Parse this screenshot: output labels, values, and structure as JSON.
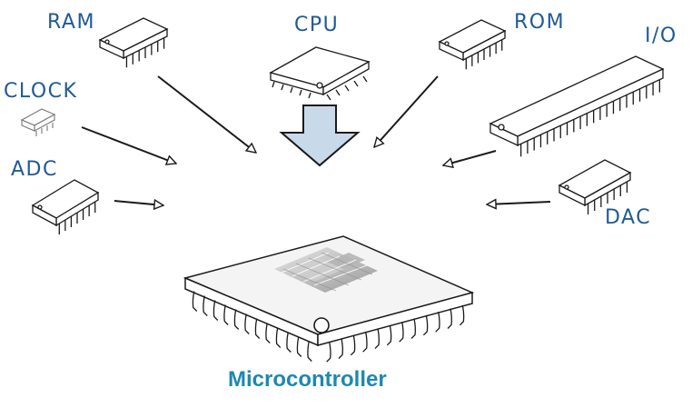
{
  "colors": {
    "label": "#1f5a96",
    "title": "#1e88b0",
    "center_arrow_fill": "#c8daea",
    "outline": "#1a1a1a"
  },
  "labels": {
    "ram": "RAM",
    "cpu": "CPU",
    "rom": "ROM",
    "io": "I/O",
    "clock": "CLOCK",
    "adc": "ADC",
    "dac": "DAC"
  },
  "title": "Microcontroller",
  "icons": {
    "components": "ic-chip-icon",
    "center": "microcontroller-chip-icon",
    "arrows": "arrow-icon"
  }
}
